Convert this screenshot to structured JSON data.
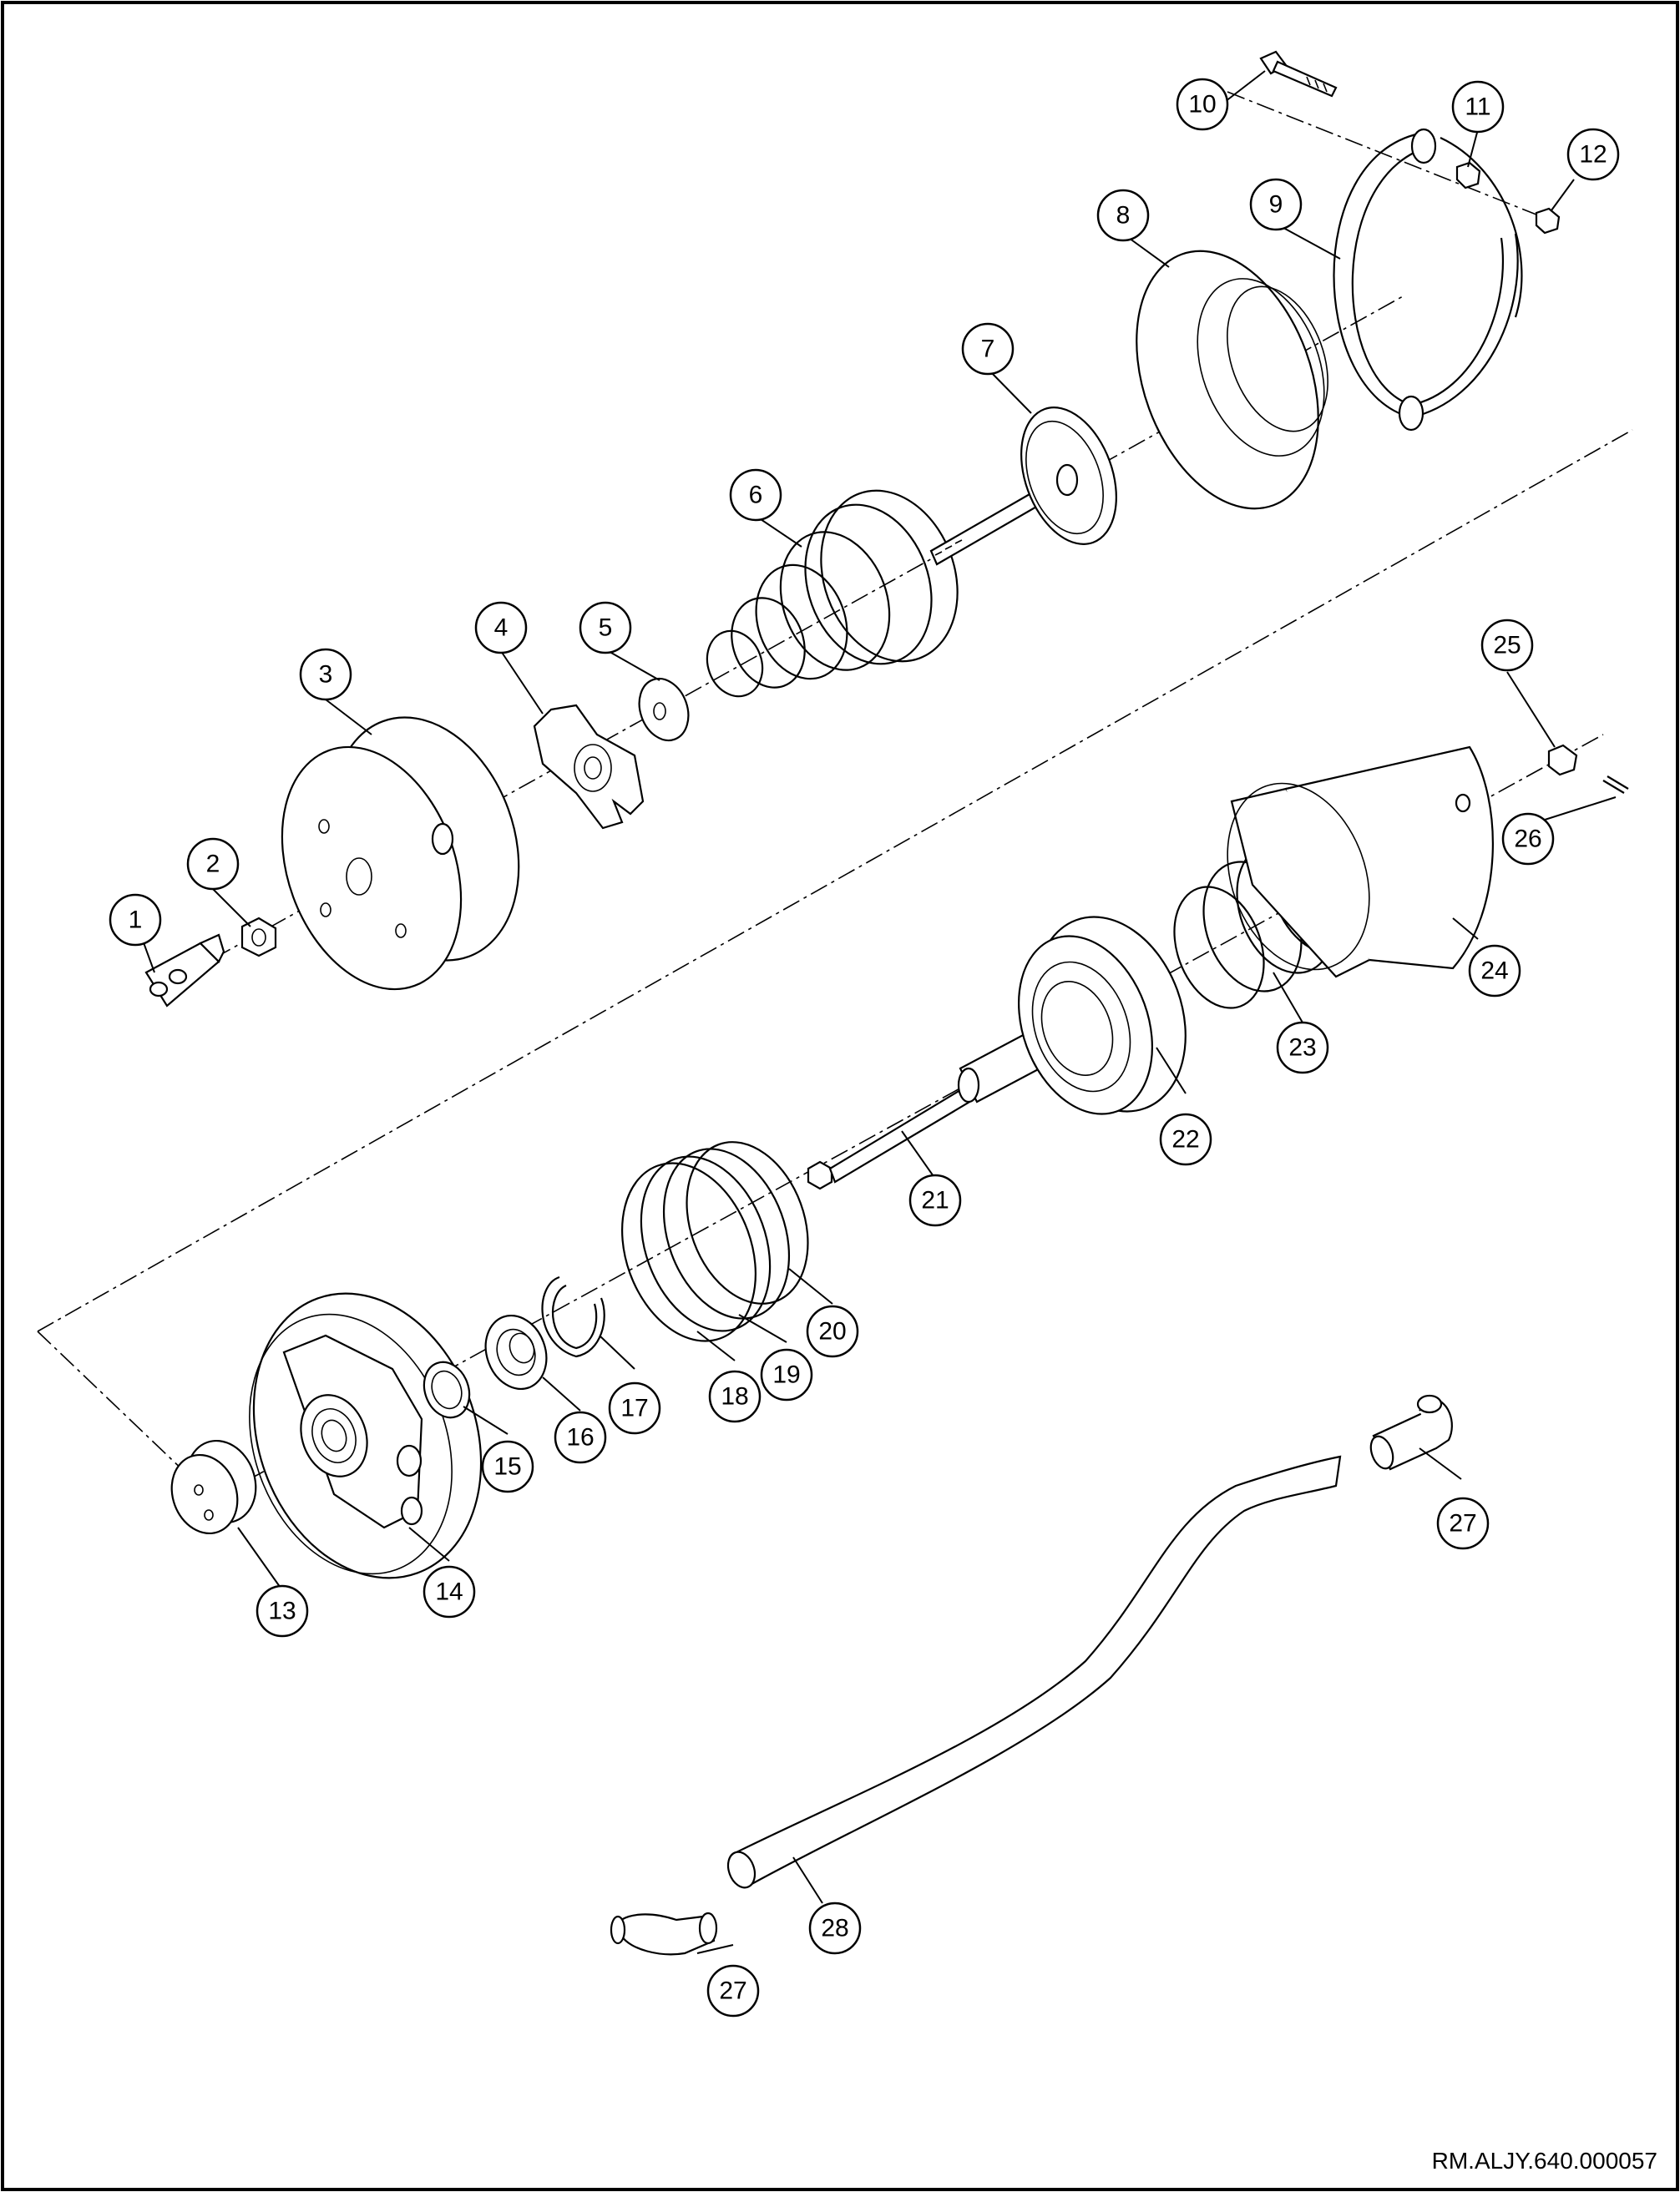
{
  "diagram": {
    "drawing_code": "RM.ALJY.640.000057",
    "callouts": [
      "1",
      "2",
      "3",
      "4",
      "5",
      "6",
      "7",
      "8",
      "9",
      "10",
      "11",
      "12",
      "13",
      "14",
      "15",
      "16",
      "17",
      "18",
      "19",
      "20",
      "21",
      "22",
      "23",
      "24",
      "25",
      "26",
      "27",
      "27",
      "28"
    ]
  }
}
